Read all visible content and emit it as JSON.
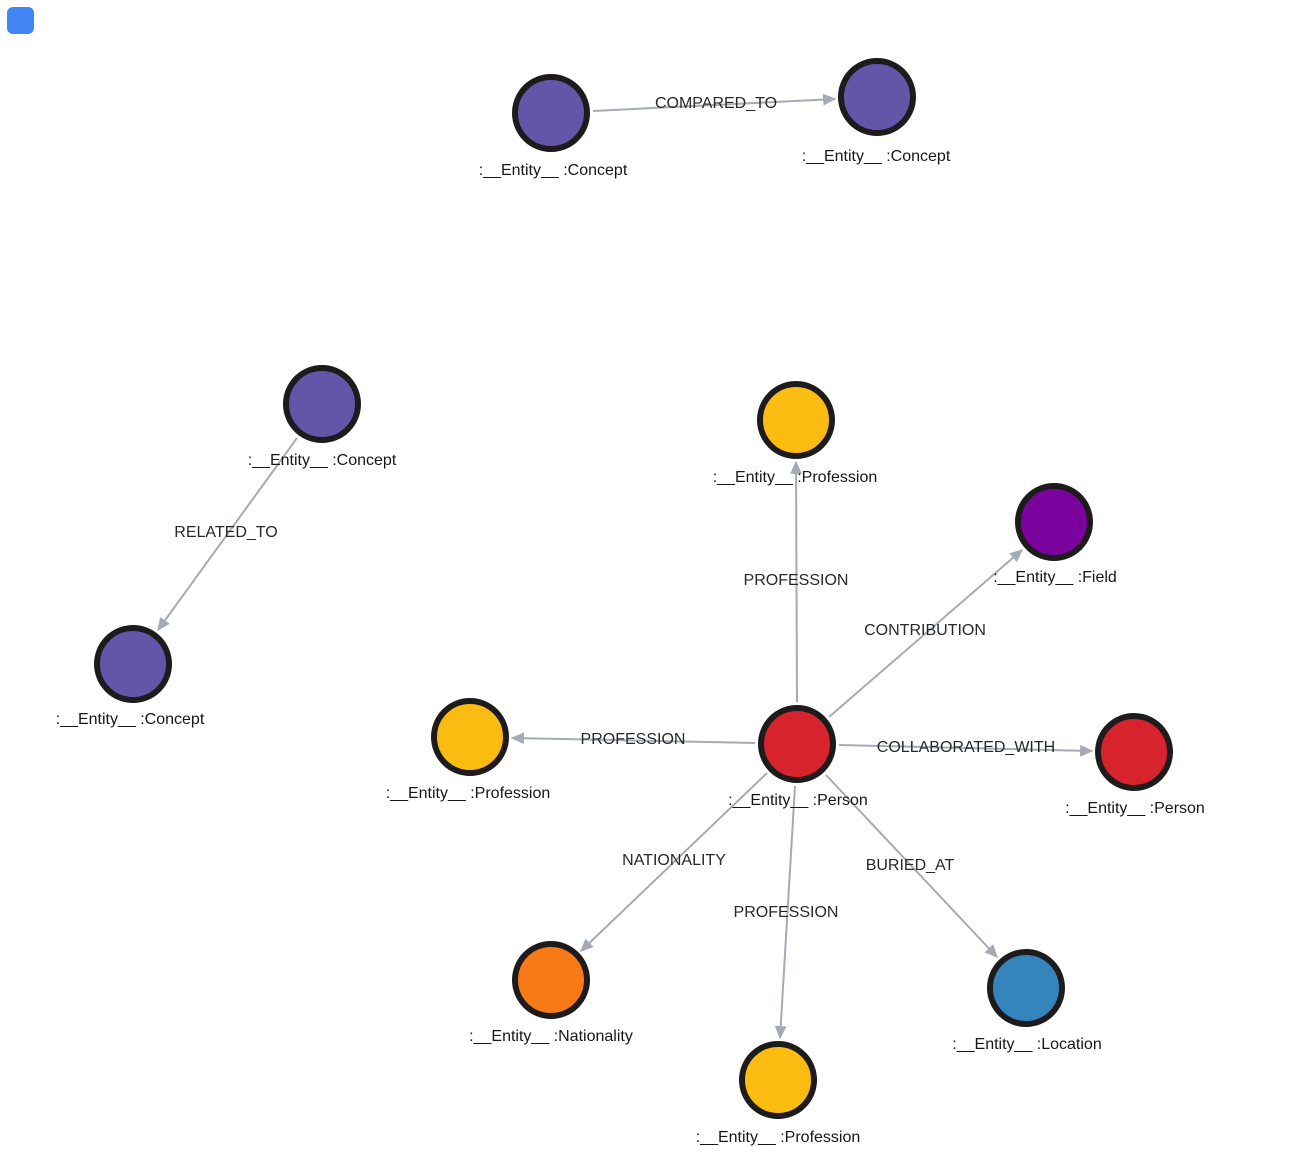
{
  "corner_badge": {
    "color": "#4285f4"
  },
  "styles": {
    "background": "#ffffff",
    "edge_color": "#a5abb6",
    "node_border_color": "#1d1b1c",
    "caption_color": "#171717",
    "edge_label_color": "#26282a"
  },
  "graph": {
    "nodes": [
      {
        "id": "concept-1",
        "caption": ":__Entity__ :Concept",
        "color": "#6356a8"
      },
      {
        "id": "concept-2",
        "caption": ":__Entity__ :Concept",
        "color": "#6356a8"
      },
      {
        "id": "concept-3",
        "caption": ":__Entity__ :Concept",
        "color": "#6356a8"
      },
      {
        "id": "concept-4",
        "caption": ":__Entity__ :Concept",
        "color": "#6356a8"
      },
      {
        "id": "profession-top",
        "caption": ":__Entity__ :Profession",
        "color": "#fbbc12"
      },
      {
        "id": "field",
        "caption": ":__Entity__ :Field",
        "color": "#7a039e"
      },
      {
        "id": "person-center",
        "caption": ":__Entity__ :Person",
        "color": "#d7232b"
      },
      {
        "id": "person-right",
        "caption": ":__Entity__ :Person",
        "color": "#d7232b"
      },
      {
        "id": "profession-left",
        "caption": ":__Entity__ :Profession",
        "color": "#fbbc12"
      },
      {
        "id": "nationality",
        "caption": ":__Entity__ :Nationality",
        "color": "#f77a16"
      },
      {
        "id": "profession-bottom",
        "caption": ":__Entity__ :Profession",
        "color": "#fbbc12"
      },
      {
        "id": "location",
        "caption": ":__Entity__ :Location",
        "color": "#3585bd"
      }
    ],
    "edges": [
      {
        "label": "COMPARED_TO",
        "from": "concept-1",
        "to": "concept-2"
      },
      {
        "label": "RELATED_TO",
        "from": "concept-3",
        "to": "concept-4"
      },
      {
        "label": "PROFESSION",
        "from": "person-center",
        "to": "profession-top"
      },
      {
        "label": "CONTRIBUTION",
        "from": "person-center",
        "to": "field"
      },
      {
        "label": "COLLABORATED_WITH",
        "from": "person-center",
        "to": "person-right"
      },
      {
        "label": "PROFESSION",
        "from": "person-center",
        "to": "profession-left"
      },
      {
        "label": "NATIONALITY",
        "from": "person-center",
        "to": "nationality"
      },
      {
        "label": "PROFESSION",
        "from": "person-center",
        "to": "profession-bottom"
      },
      {
        "label": "BURIED_AT",
        "from": "person-center",
        "to": "location"
      }
    ]
  }
}
